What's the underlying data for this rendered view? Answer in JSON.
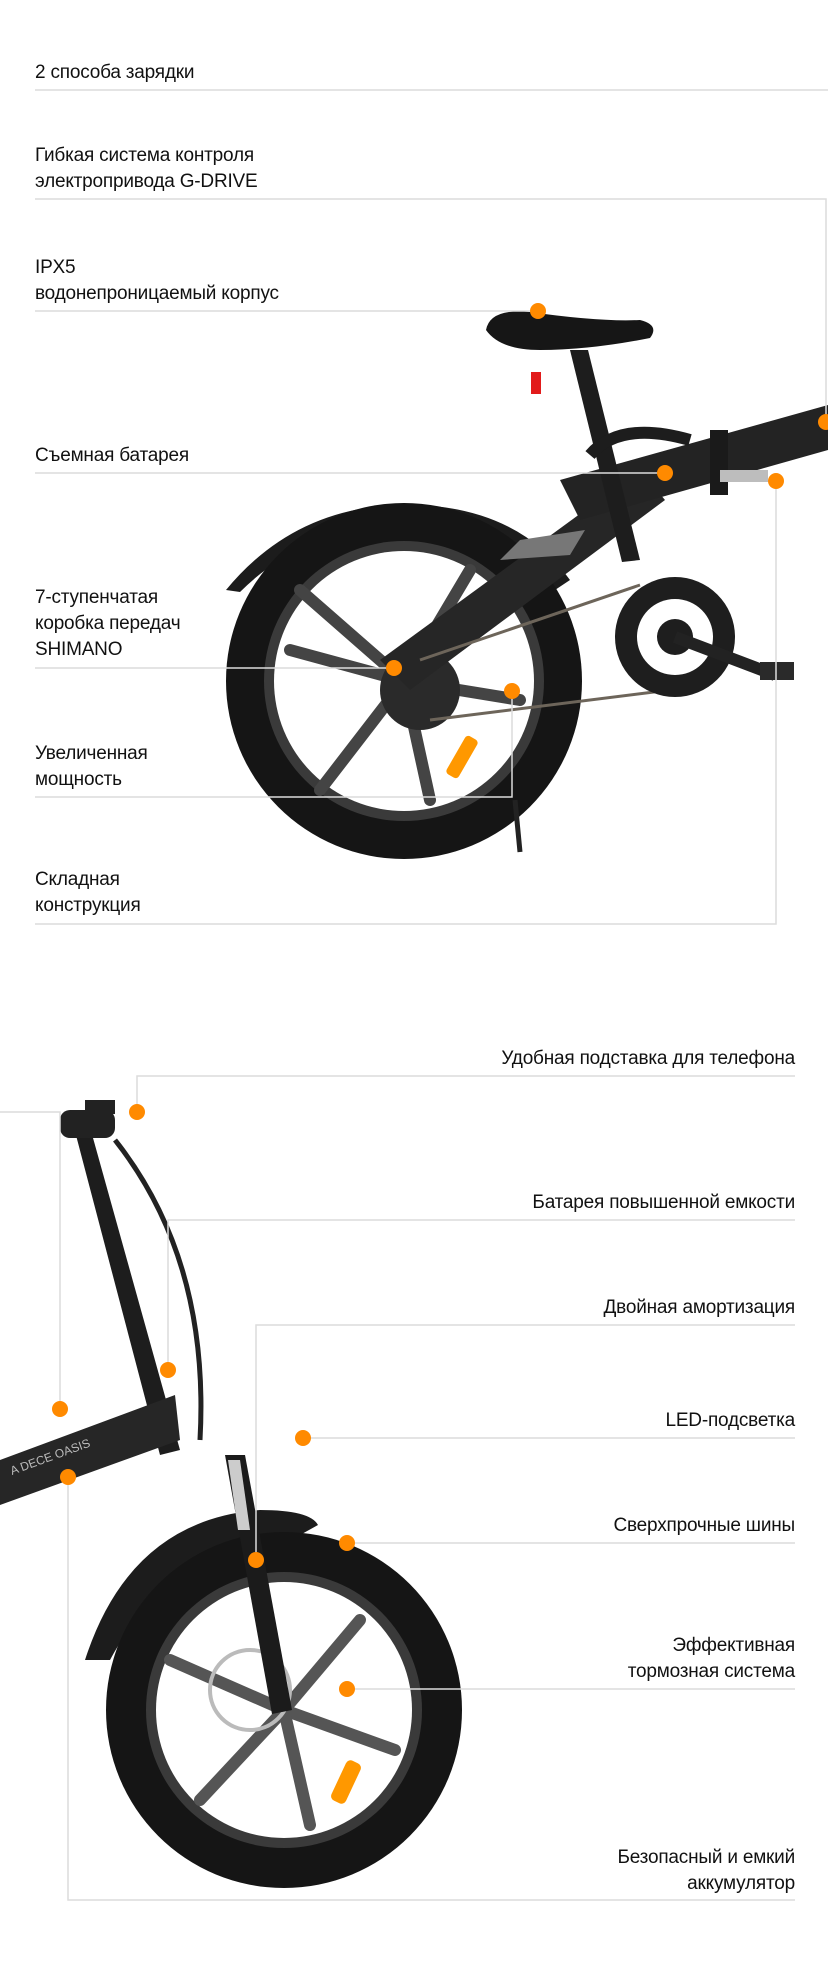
{
  "accent_color": "#ff8a00",
  "line_color": "#dcdcdc",
  "rear_section": {
    "features": [
      {
        "lines": [
          "2 способа зарядки"
        ]
      },
      {
        "lines": [
          "Гибкая система контроля",
          "электропривода G-DRIVE"
        ]
      },
      {
        "lines": [
          "IPX5",
          "водонепроницаемый корпус"
        ]
      },
      {
        "lines": [
          "Съемная батарея"
        ]
      },
      {
        "lines": [
          "7-ступенчатая",
          "коробка передач",
          "SHIMANO"
        ]
      },
      {
        "lines": [
          "Увеличенная",
          "мощность"
        ]
      },
      {
        "lines": [
          "Складная",
          "конструкция"
        ]
      }
    ]
  },
  "front_section": {
    "brand_text": "A DECE OASIS",
    "features": [
      {
        "lines": [
          "Удобная подставка для телефона"
        ]
      },
      {
        "lines": [
          "Батарея повышенной емкости"
        ]
      },
      {
        "lines": [
          "Двойная амортизация"
        ]
      },
      {
        "lines": [
          "LED-подсветка"
        ]
      },
      {
        "lines": [
          "Сверхпрочные шины"
        ]
      },
      {
        "lines": [
          "Эффективная",
          "тормозная система"
        ]
      },
      {
        "lines": [
          "Безопасный и емкий",
          "аккумулятор"
        ]
      }
    ]
  }
}
